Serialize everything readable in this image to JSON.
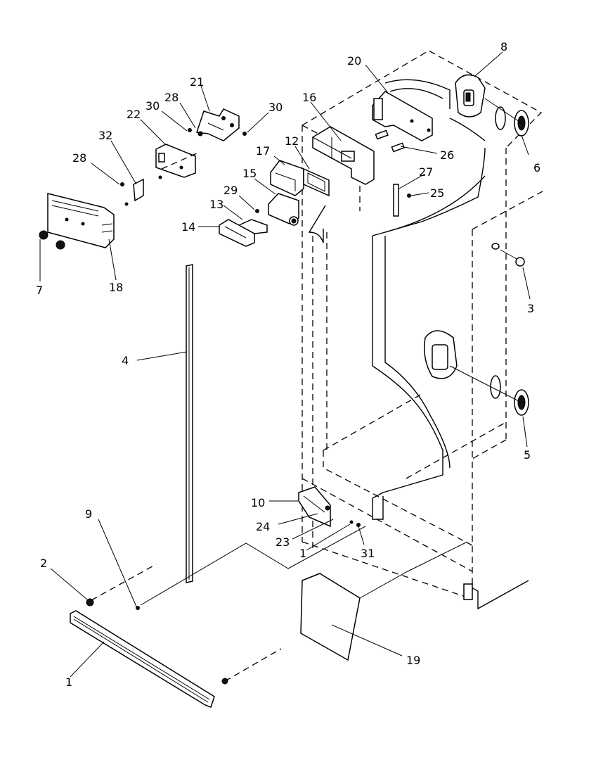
{
  "diagram": {
    "callouts": [
      {
        "id": "c8",
        "text": "8"
      },
      {
        "id": "c20",
        "text": "20"
      },
      {
        "id": "c21",
        "text": "21"
      },
      {
        "id": "c28a",
        "text": "28"
      },
      {
        "id": "c30a",
        "text": "30"
      },
      {
        "id": "c30b",
        "text": "30"
      },
      {
        "id": "c16",
        "text": "16"
      },
      {
        "id": "c22",
        "text": "22"
      },
      {
        "id": "c32",
        "text": "32"
      },
      {
        "id": "c28b",
        "text": "28"
      },
      {
        "id": "c17",
        "text": "17"
      },
      {
        "id": "c12",
        "text": "12"
      },
      {
        "id": "c26",
        "text": "26"
      },
      {
        "id": "c6",
        "text": "6"
      },
      {
        "id": "c27",
        "text": "27"
      },
      {
        "id": "c25",
        "text": "25"
      },
      {
        "id": "c15",
        "text": "15"
      },
      {
        "id": "c29",
        "text": "29"
      },
      {
        "id": "c13",
        "text": "13"
      },
      {
        "id": "c14",
        "text": "14"
      },
      {
        "id": "c7",
        "text": "7"
      },
      {
        "id": "c18",
        "text": "18"
      },
      {
        "id": "c3",
        "text": "3"
      },
      {
        "id": "c4",
        "text": "4"
      },
      {
        "id": "c5",
        "text": "5"
      },
      {
        "id": "c10",
        "text": "10"
      },
      {
        "id": "c9",
        "text": "9"
      },
      {
        "id": "c24",
        "text": "24"
      },
      {
        "id": "c23",
        "text": "23"
      },
      {
        "id": "c11",
        "text": "1"
      },
      {
        "id": "c31",
        "text": "31"
      },
      {
        "id": "c2",
        "text": "2"
      },
      {
        "id": "c19",
        "text": "19"
      },
      {
        "id": "c1",
        "text": "1"
      }
    ]
  }
}
